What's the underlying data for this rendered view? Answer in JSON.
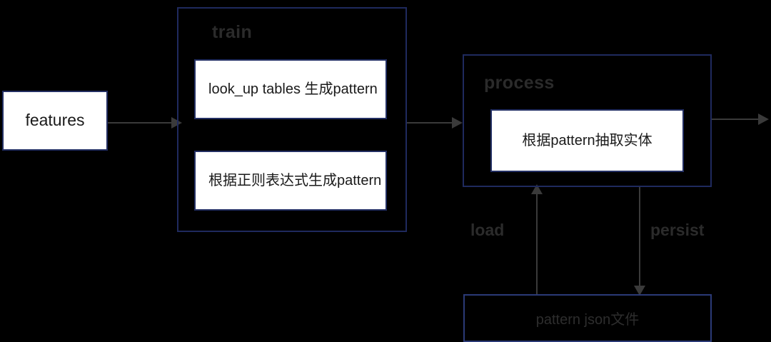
{
  "diagram": {
    "title": "pattern based entity extraction flow",
    "background_color": "#000000",
    "box_border_color": "#1f2a5e",
    "wire_color": "#3a3a3a",
    "group_label_color": "#2b2b2b"
  },
  "nodes": {
    "features": {
      "label": "features",
      "fill": "#ffffff",
      "text_color": "#1a1a1a"
    },
    "train_group": {
      "label": "train",
      "children": [
        {
          "label": "look_up tables 生成pattern",
          "fill": "#ffffff"
        },
        {
          "label": "根据正则表达式生成pattern",
          "fill": "#ffffff"
        }
      ]
    },
    "process_group": {
      "label": "process",
      "children": [
        {
          "label": "根据pattern抽取实体",
          "fill": "#ffffff"
        }
      ]
    },
    "storage": {
      "label": "pattern json文件",
      "fill": "#000000",
      "text_color": "#2d2d2d"
    }
  },
  "edges": [
    {
      "from": "features",
      "to": "train_group",
      "label": ""
    },
    {
      "from": "train_group",
      "to": "process_group",
      "label": ""
    },
    {
      "from": "process_group",
      "to": "output",
      "label": ""
    },
    {
      "from": "storage",
      "to": "process_group",
      "label": "load"
    },
    {
      "from": "process_group",
      "to": "storage",
      "label": "persist"
    }
  ]
}
